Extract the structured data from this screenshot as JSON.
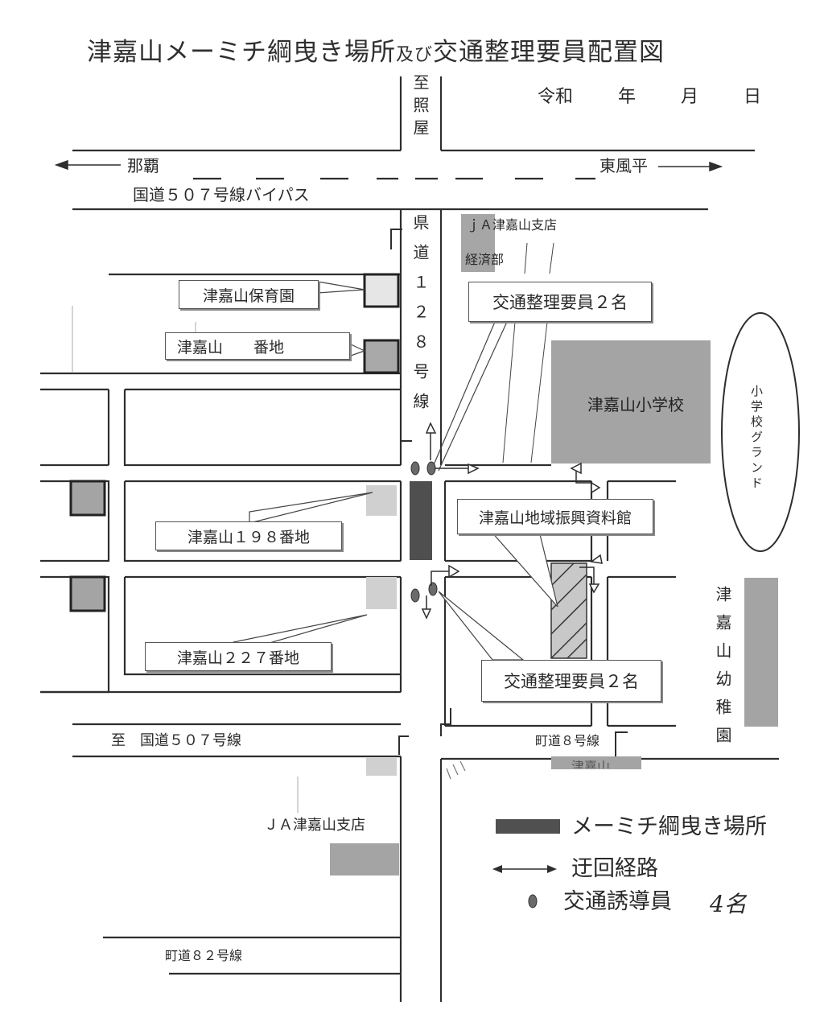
{
  "title": {
    "main": "津嘉山メーミチ綱曳き場所",
    "small": "及び",
    "rest": "交通整理要員配置図"
  },
  "date": {
    "era": "令和",
    "year": "年",
    "month": "月",
    "day": "日"
  },
  "roads": {
    "to_teruya": "至照屋",
    "naha": "那覇",
    "higashi_kochinda": "東風平",
    "bypass": "国道５０７号線バイパス",
    "prefectural": "県道１２８号線",
    "to_route507": "至　国道５０７号線",
    "town8": "町道８号線",
    "town82": "町道８２号線"
  },
  "places": {
    "ja_keizai_1": "ｊＡ津嘉山支店",
    "ja_keizai_2": "経済部",
    "nursery": "津嘉山保育園",
    "banchi": "津嘉山　　番地",
    "school": "津嘉山小学校",
    "ground": "小学校グランド",
    "banchi198": "津嘉山１９８番地",
    "museum": "津嘉山地域振興資料館",
    "banchi227": "津嘉山２２７番地",
    "kindergarten": "津嘉山幼稚園",
    "ja_branch": "ＪＡ津嘉山支店",
    "cutoff": "津嘉山"
  },
  "staff": {
    "upper": "交通整理要員２名",
    "lower": "交通整理要員２名"
  },
  "legend": {
    "tug_place": "メーミチ綱曳き場所",
    "detour": "迂回経路",
    "guide": "交通誘導員",
    "handwritten": "4名"
  },
  "colors": {
    "road_line": "#2e2e2e",
    "building_light": "#cfcfcf",
    "building_mid": "#a4a4a4",
    "tug_dark": "#505050"
  }
}
